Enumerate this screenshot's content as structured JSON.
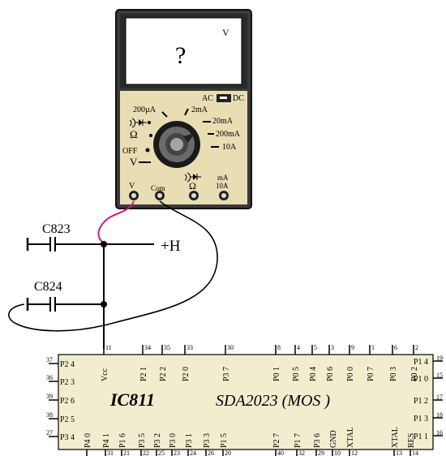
{
  "meter": {
    "display_value": "?",
    "display_unit": "V",
    "acdc": {
      "ac": "AC",
      "dc": "DC"
    },
    "ranges": {
      "r200ua": "200µA",
      "r2ma": "2mA",
      "r20ma": "20mA",
      "r200ma": "200mA",
      "r10a": "10A",
      "ohm": "Ω",
      "off": "OFF",
      "volt": "V"
    },
    "jacks": {
      "v": "V",
      "com": "Com",
      "ohm": "Ω",
      "ma": "mA",
      "a10": "10A"
    }
  },
  "circuit": {
    "c823": "C823",
    "c824": "C824",
    "supply": "+H"
  },
  "ic": {
    "ref": "IC811",
    "name": "SDA2023 (MOS )",
    "top_pins": [
      {
        "num": "11",
        "label": "Vcc"
      },
      {
        "num": "34",
        "label": "P2 1"
      },
      {
        "num": "35",
        "label": "P2 2"
      },
      {
        "num": "33",
        "label": "P2 0"
      },
      {
        "num": "30",
        "label": "P3 7"
      },
      {
        "num": "8",
        "label": "P0 1"
      },
      {
        "num": "4",
        "label": "P0 5"
      },
      {
        "num": "5",
        "label": "P0 4"
      },
      {
        "num": "3",
        "label": "P0 6"
      },
      {
        "num": "9",
        "label": "P0 0"
      },
      {
        "num": "1",
        "label": "P0 7"
      },
      {
        "num": "6",
        "label": "P0 3"
      },
      {
        "num": "2",
        "label": "P0 2"
      }
    ],
    "left_pins": [
      {
        "num": "37",
        "label": "P2 4"
      },
      {
        "num": "36",
        "label": "P2 3"
      },
      {
        "num": "39",
        "label": "P2 6"
      },
      {
        "num": "38",
        "label": "P2 5"
      },
      {
        "num": "27",
        "label": "P3 4"
      }
    ],
    "right_pins": [
      {
        "num": "19",
        "label": "P1 4"
      },
      {
        "num": "15",
        "label": "P1 0"
      },
      {
        "num": "17",
        "label": "P1 2"
      },
      {
        "num": "18",
        "label": "P1 3"
      },
      {
        "num": "16",
        "label": "P1 1"
      }
    ],
    "bottom_pins": [
      {
        "num": "",
        "label": "P4 0"
      },
      {
        "num": "31",
        "label": "P4 1"
      },
      {
        "num": "21",
        "label": "P1 6"
      },
      {
        "num": "22",
        "label": "P3 5"
      },
      {
        "num": "25",
        "label": "P3 2"
      },
      {
        "num": "23",
        "label": "P3 0"
      },
      {
        "num": "24",
        "label": "P3 1"
      },
      {
        "num": "26",
        "label": "P3 3"
      },
      {
        "num": "20",
        "label": "P1 5"
      },
      {
        "num": "40",
        "label": "P2 7"
      },
      {
        "num": "32",
        "label": "P1 7"
      },
      {
        "num": "29",
        "label": "P3 6"
      },
      {
        "num": "10",
        "label": "GND"
      },
      {
        "num": "12",
        "label": "XTAL"
      },
      {
        "num": "13",
        "label": "XTAL"
      },
      {
        "num": "14",
        "label": "RES"
      }
    ]
  }
}
